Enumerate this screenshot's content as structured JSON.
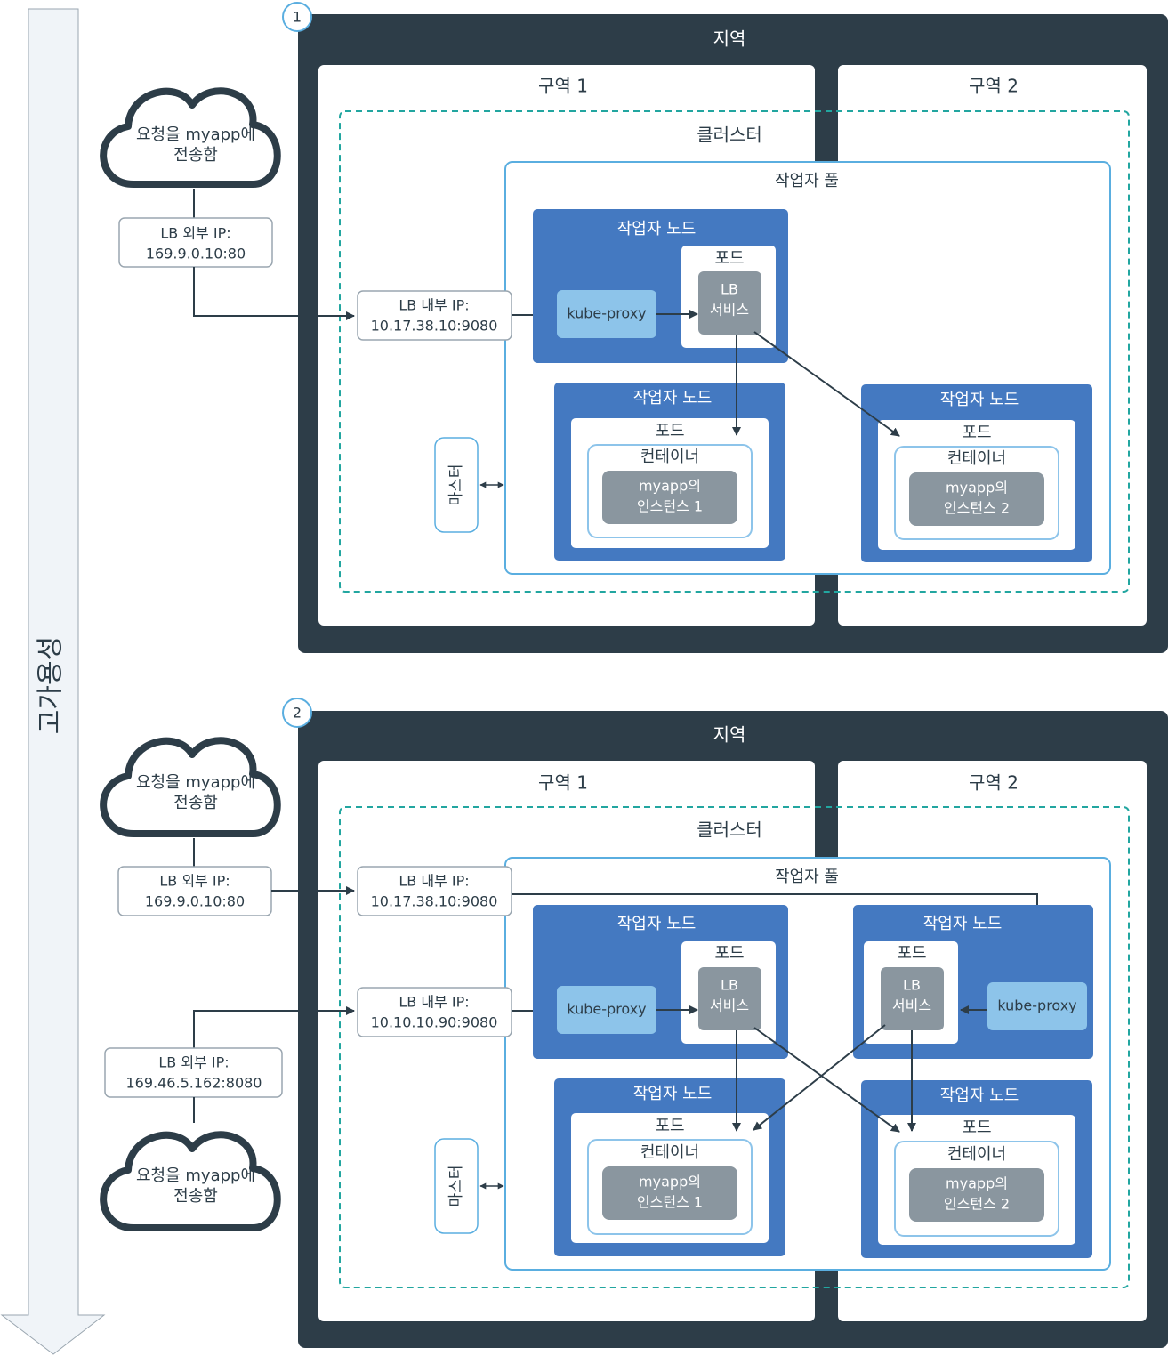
{
  "side_label": "고가용성",
  "colors": {
    "region_bg": "#2d3d48",
    "zone_bg": "#ffffff",
    "cluster_border": "#22a6a0",
    "pool_border": "#5aaee0",
    "node_bg": "#4479c1",
    "pod_bg": "#ffffff",
    "lb_service_bg": "#8a969f",
    "kube_proxy_bg": "#8dc4ea",
    "container_border": "#8dc4ea",
    "instance_bg": "#8a969f",
    "arrow": "#2d3d48",
    "cloud_stroke": "#2d3d48"
  },
  "panels": [
    {
      "step": "1",
      "region": "지역",
      "zone1": "구역 1",
      "zone2": "구역 2",
      "cluster": "클러스터",
      "worker_pool": "작업자 풀",
      "master": "마스터",
      "clouds": [
        {
          "line1": "요청을 myapp에",
          "line2": "전송함"
        }
      ],
      "external_ips": [
        {
          "line1": "LB 외부 IP:",
          "line2": "169.9.0.10:80"
        }
      ],
      "internal_ips": [
        {
          "line1": "LB 내부 IP:",
          "line2": "10.17.38.10:9080"
        }
      ],
      "proxy_nodes": [
        {
          "title": "작업자 노드",
          "pod": "포드",
          "lb_line1": "LB",
          "lb_line2": "서비스",
          "kube_proxy": "kube-proxy"
        }
      ],
      "app_nodes": [
        {
          "title": "작업자 노드",
          "pod": "포드",
          "container": "컨테이너",
          "inst_line1": "myapp의",
          "inst_line2": "인스턴스 1"
        },
        {
          "title": "작업자 노드",
          "pod": "포드",
          "container": "컨테이너",
          "inst_line1": "myapp의",
          "inst_line2": "인스턴스 2"
        }
      ]
    },
    {
      "step": "2",
      "region": "지역",
      "zone1": "구역 1",
      "zone2": "구역 2",
      "cluster": "클러스터",
      "worker_pool": "작업자 풀",
      "master": "마스터",
      "clouds": [
        {
          "line1": "요청을 myapp에",
          "line2": "전송함"
        },
        {
          "line1": "요청을 myapp에",
          "line2": "전송함"
        }
      ],
      "external_ips": [
        {
          "line1": "LB 외부 IP:",
          "line2": "169.9.0.10:80"
        },
        {
          "line1": "LB 외부 IP:",
          "line2": "169.46.5.162:8080"
        }
      ],
      "internal_ips": [
        {
          "line1": "LB 내부 IP:",
          "line2": "10.17.38.10:9080"
        },
        {
          "line1": "LB 내부 IP:",
          "line2": "10.10.10.90:9080"
        }
      ],
      "proxy_nodes": [
        {
          "title": "작업자 노드",
          "pod": "포드",
          "lb_line1": "LB",
          "lb_line2": "서비스",
          "kube_proxy": "kube-proxy"
        },
        {
          "title": "작업자 노드",
          "pod": "포드",
          "lb_line1": "LB",
          "lb_line2": "서비스",
          "kube_proxy": "kube-proxy"
        }
      ],
      "app_nodes": [
        {
          "title": "작업자 노드",
          "pod": "포드",
          "container": "컨테이너",
          "inst_line1": "myapp의",
          "inst_line2": "인스턴스 1"
        },
        {
          "title": "작업자 노드",
          "pod": "포드",
          "container": "컨테이너",
          "inst_line1": "myapp의",
          "inst_line2": "인스턴스 2"
        }
      ]
    }
  ]
}
